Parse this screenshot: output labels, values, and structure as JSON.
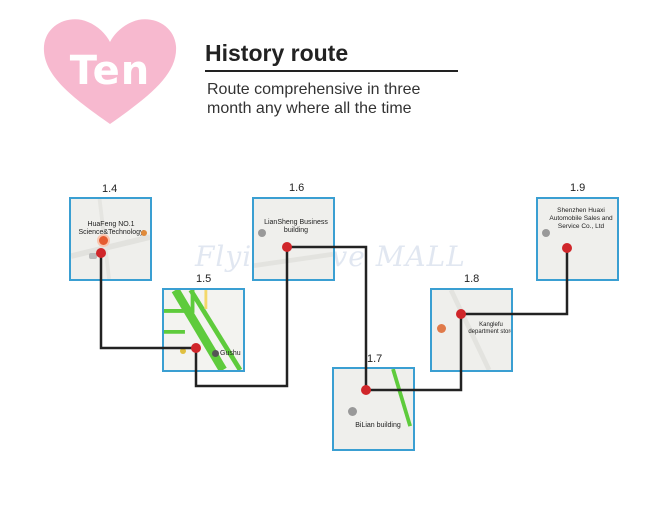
{
  "badge": {
    "text": "Ten",
    "color": "#f7b9cf"
  },
  "header": {
    "title": "History route",
    "subtitle": "Route comprehensive in three month any where all the time"
  },
  "watermark": "FlyingDove MALL",
  "colors": {
    "tile_border": "#3a9fd2",
    "route_line": "#222222",
    "point": "#d0262a",
    "road": "#5ecb3c"
  },
  "stops": [
    {
      "date": "1.4",
      "label": "HuaFeng NO.1 Science&Technology"
    },
    {
      "date": "1.5",
      "label": "Gushu"
    },
    {
      "date": "1.6",
      "label": "LianSheng Business building"
    },
    {
      "date": "1.7",
      "label": "BiLian building"
    },
    {
      "date": "1.8",
      "label": "Kanglefu department store"
    },
    {
      "date": "1.9",
      "label": "Shenzhen Huaxi Automobile Sales and Service Co., Ltd"
    }
  ]
}
